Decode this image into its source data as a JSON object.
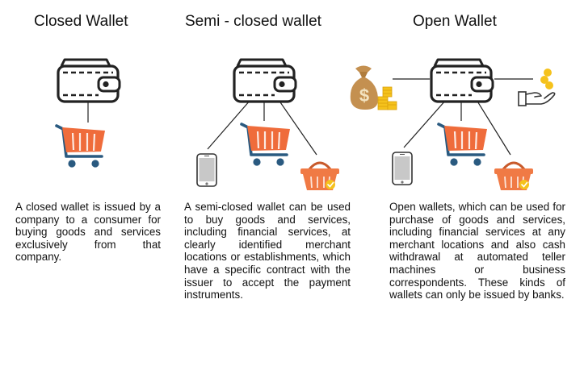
{
  "titles": {
    "closed": "Closed Wallet",
    "semi_closed": "Semi - closed wallet",
    "open": "Open Wallet"
  },
  "descriptions": {
    "closed": "A closed wallet is issued by a company to a consumer for buying goods and services exclusively from that company.",
    "semi_closed": "A semi-closed wallet can be used to buy goods and services, including financial services, at clearly identified merchant locations or establishments, which have a specific contract with the issuer to accept the payment instruments.",
    "open": "Open wallets, which can be used for purchase of goods and services, including financial services at any merchant locations and also cash withdrawal at automated teller machines or business correspondents. These kinds of wallets can only be issued by banks."
  },
  "colors": {
    "cart_body": "#ef6c3b",
    "cart_frame": "#2a5a80",
    "basket": "#f07a45",
    "coin_gold": "#f5c21c",
    "money_bag": "#c49050",
    "check_badge": "#f5c21c",
    "line": "#222222"
  },
  "icons": [
    "wallet-icon",
    "shopping-cart-icon",
    "smartphone-icon",
    "shopping-basket-icon",
    "money-bag-icon",
    "hand-coins-icon"
  ]
}
